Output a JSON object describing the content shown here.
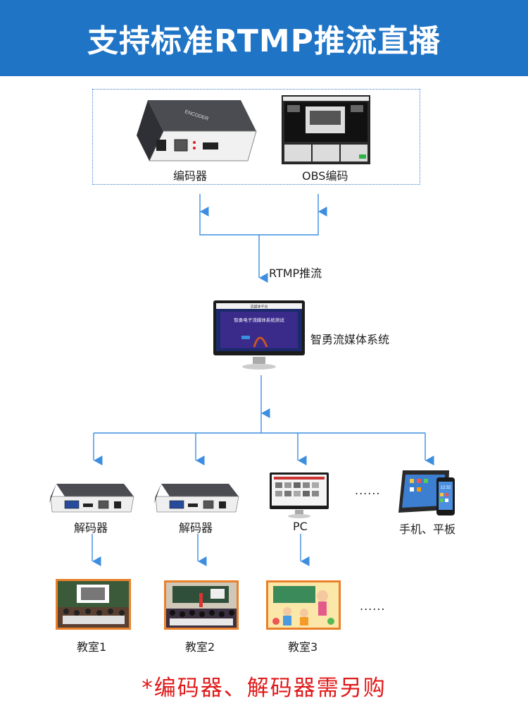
{
  "header": {
    "title": "支持标准RTMP推流直播"
  },
  "sources": {
    "encoder_label": "编码器",
    "obs_label": "OBS编码"
  },
  "flow": {
    "push_label": "RTMP推流",
    "server_label": "智勇流媒体系统"
  },
  "server_screen": {
    "header_text": "流媒体平台",
    "headline": "智勇电子流媒体系统测试"
  },
  "clients": [
    {
      "label": "解码器"
    },
    {
      "label": "解码器"
    },
    {
      "label": "PC"
    },
    {
      "label": "手机、平板"
    }
  ],
  "clients_more": "......",
  "classrooms": [
    {
      "label": "教室1"
    },
    {
      "label": "教室2"
    },
    {
      "label": "教室3"
    }
  ],
  "classrooms_more": "......",
  "footer": {
    "note": "*编码器、解码器需另购"
  },
  "colors": {
    "banner": "#1f74c6",
    "arrow": "#3d8ee0",
    "note": "#e01818",
    "photo_frame": "#e8812a"
  }
}
